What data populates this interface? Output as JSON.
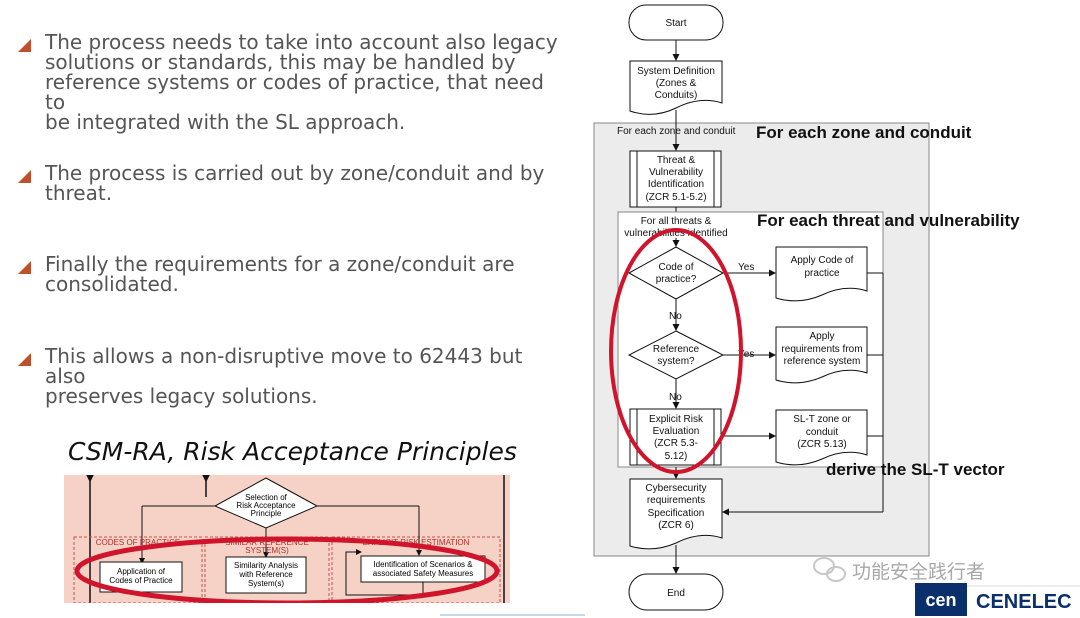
{
  "bullets": [
    [
      "The process needs to take into account also legacy",
      "solutions or standards, this may be handled by",
      "reference systems or codes of practice, that need to",
      "be integrated with the SL approach."
    ],
    [
      "The process is carried out by zone/conduit and by",
      "threat."
    ],
    [
      "Finally the requirements for a zone/conduit are",
      "consolidated."
    ],
    [
      "This allows a non-disruptive move to 62443 but also",
      "preserves legacy solutions."
    ]
  ],
  "csm": {
    "title": "CSM-RA, Risk Acceptance Principles",
    "decision": [
      "Selection of",
      "Risk Acceptance",
      "Principle"
    ],
    "col1_header": "CODES OF PRACTICE",
    "col2_header": [
      "SIMILAR REFERENCE",
      "SYSTEM(S)"
    ],
    "col3_header": "EXPLICIT RISK ESTIMATION",
    "box1": [
      "Application of",
      "Codes of Practice"
    ],
    "box2": [
      "Similarity Analysis",
      "with Reference",
      "System(s)"
    ],
    "box3": [
      "Identification of Scenarios &",
      "associated Safety Measures"
    ]
  },
  "flow": {
    "start": "Start",
    "sysdef": [
      "System Definition",
      "(Zones &",
      "Conduits)"
    ],
    "loop1": "For each zone and conduit",
    "threat": [
      "Threat &",
      "Vulnerability",
      "Identification",
      "(ZCR 5.1-5.2)"
    ],
    "loop2": [
      "For all threats &",
      "vulnerabilities identified"
    ],
    "d1": [
      "Code of",
      "practice?"
    ],
    "d2": [
      "Reference",
      "system?"
    ],
    "yes": "Yes",
    "no": "No",
    "explicit": [
      "Explicit Risk",
      "Evaluation",
      "(ZCR 5.3-",
      "5.12)"
    ],
    "apply_code": [
      "Apply Code of",
      "practice"
    ],
    "apply_req": [
      "Apply",
      "requirements from",
      "reference system"
    ],
    "slt": [
      "SL-T  zone or",
      "conduit",
      "(ZCR 5.13)"
    ],
    "spec": [
      "Cybersecurity",
      "requirements",
      "Specification",
      "(ZCR 6)"
    ],
    "end": "End"
  },
  "annotations": {
    "a1": "For each zone and conduit",
    "a2": "For each threat and vulnerability",
    "a3": "derive the SL-T vector"
  },
  "watermark": "功能安全践行者",
  "logo": {
    "cen": "cen",
    "cenelec": "CENELEC"
  },
  "colors": {
    "bullet": "#c0502b",
    "highlight": "#d0142c",
    "csm_bg": "#f6d2c6",
    "csm_frame": "#c85050"
  }
}
